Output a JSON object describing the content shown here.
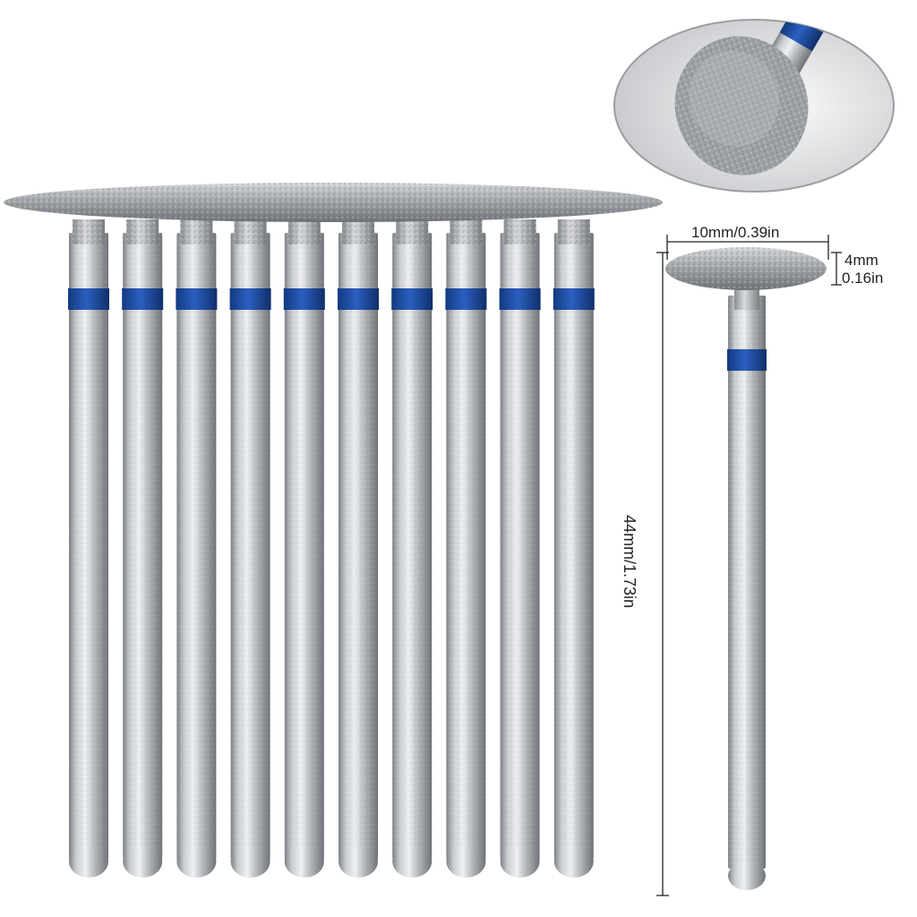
{
  "product": {
    "burr_count": 10,
    "band_color": "#1f4fa8",
    "shank_color": "#b9bcc0",
    "head_color": "#a9acb1",
    "head_shape": "flat disc / wheel",
    "icon_name": "diamond-nail-drill-bit"
  },
  "dimensions": {
    "head_diameter": "10mm/0.39in",
    "head_thickness_mm": "4mm",
    "head_thickness_in": "0.16in",
    "total_length": "44mm/1.73in"
  }
}
